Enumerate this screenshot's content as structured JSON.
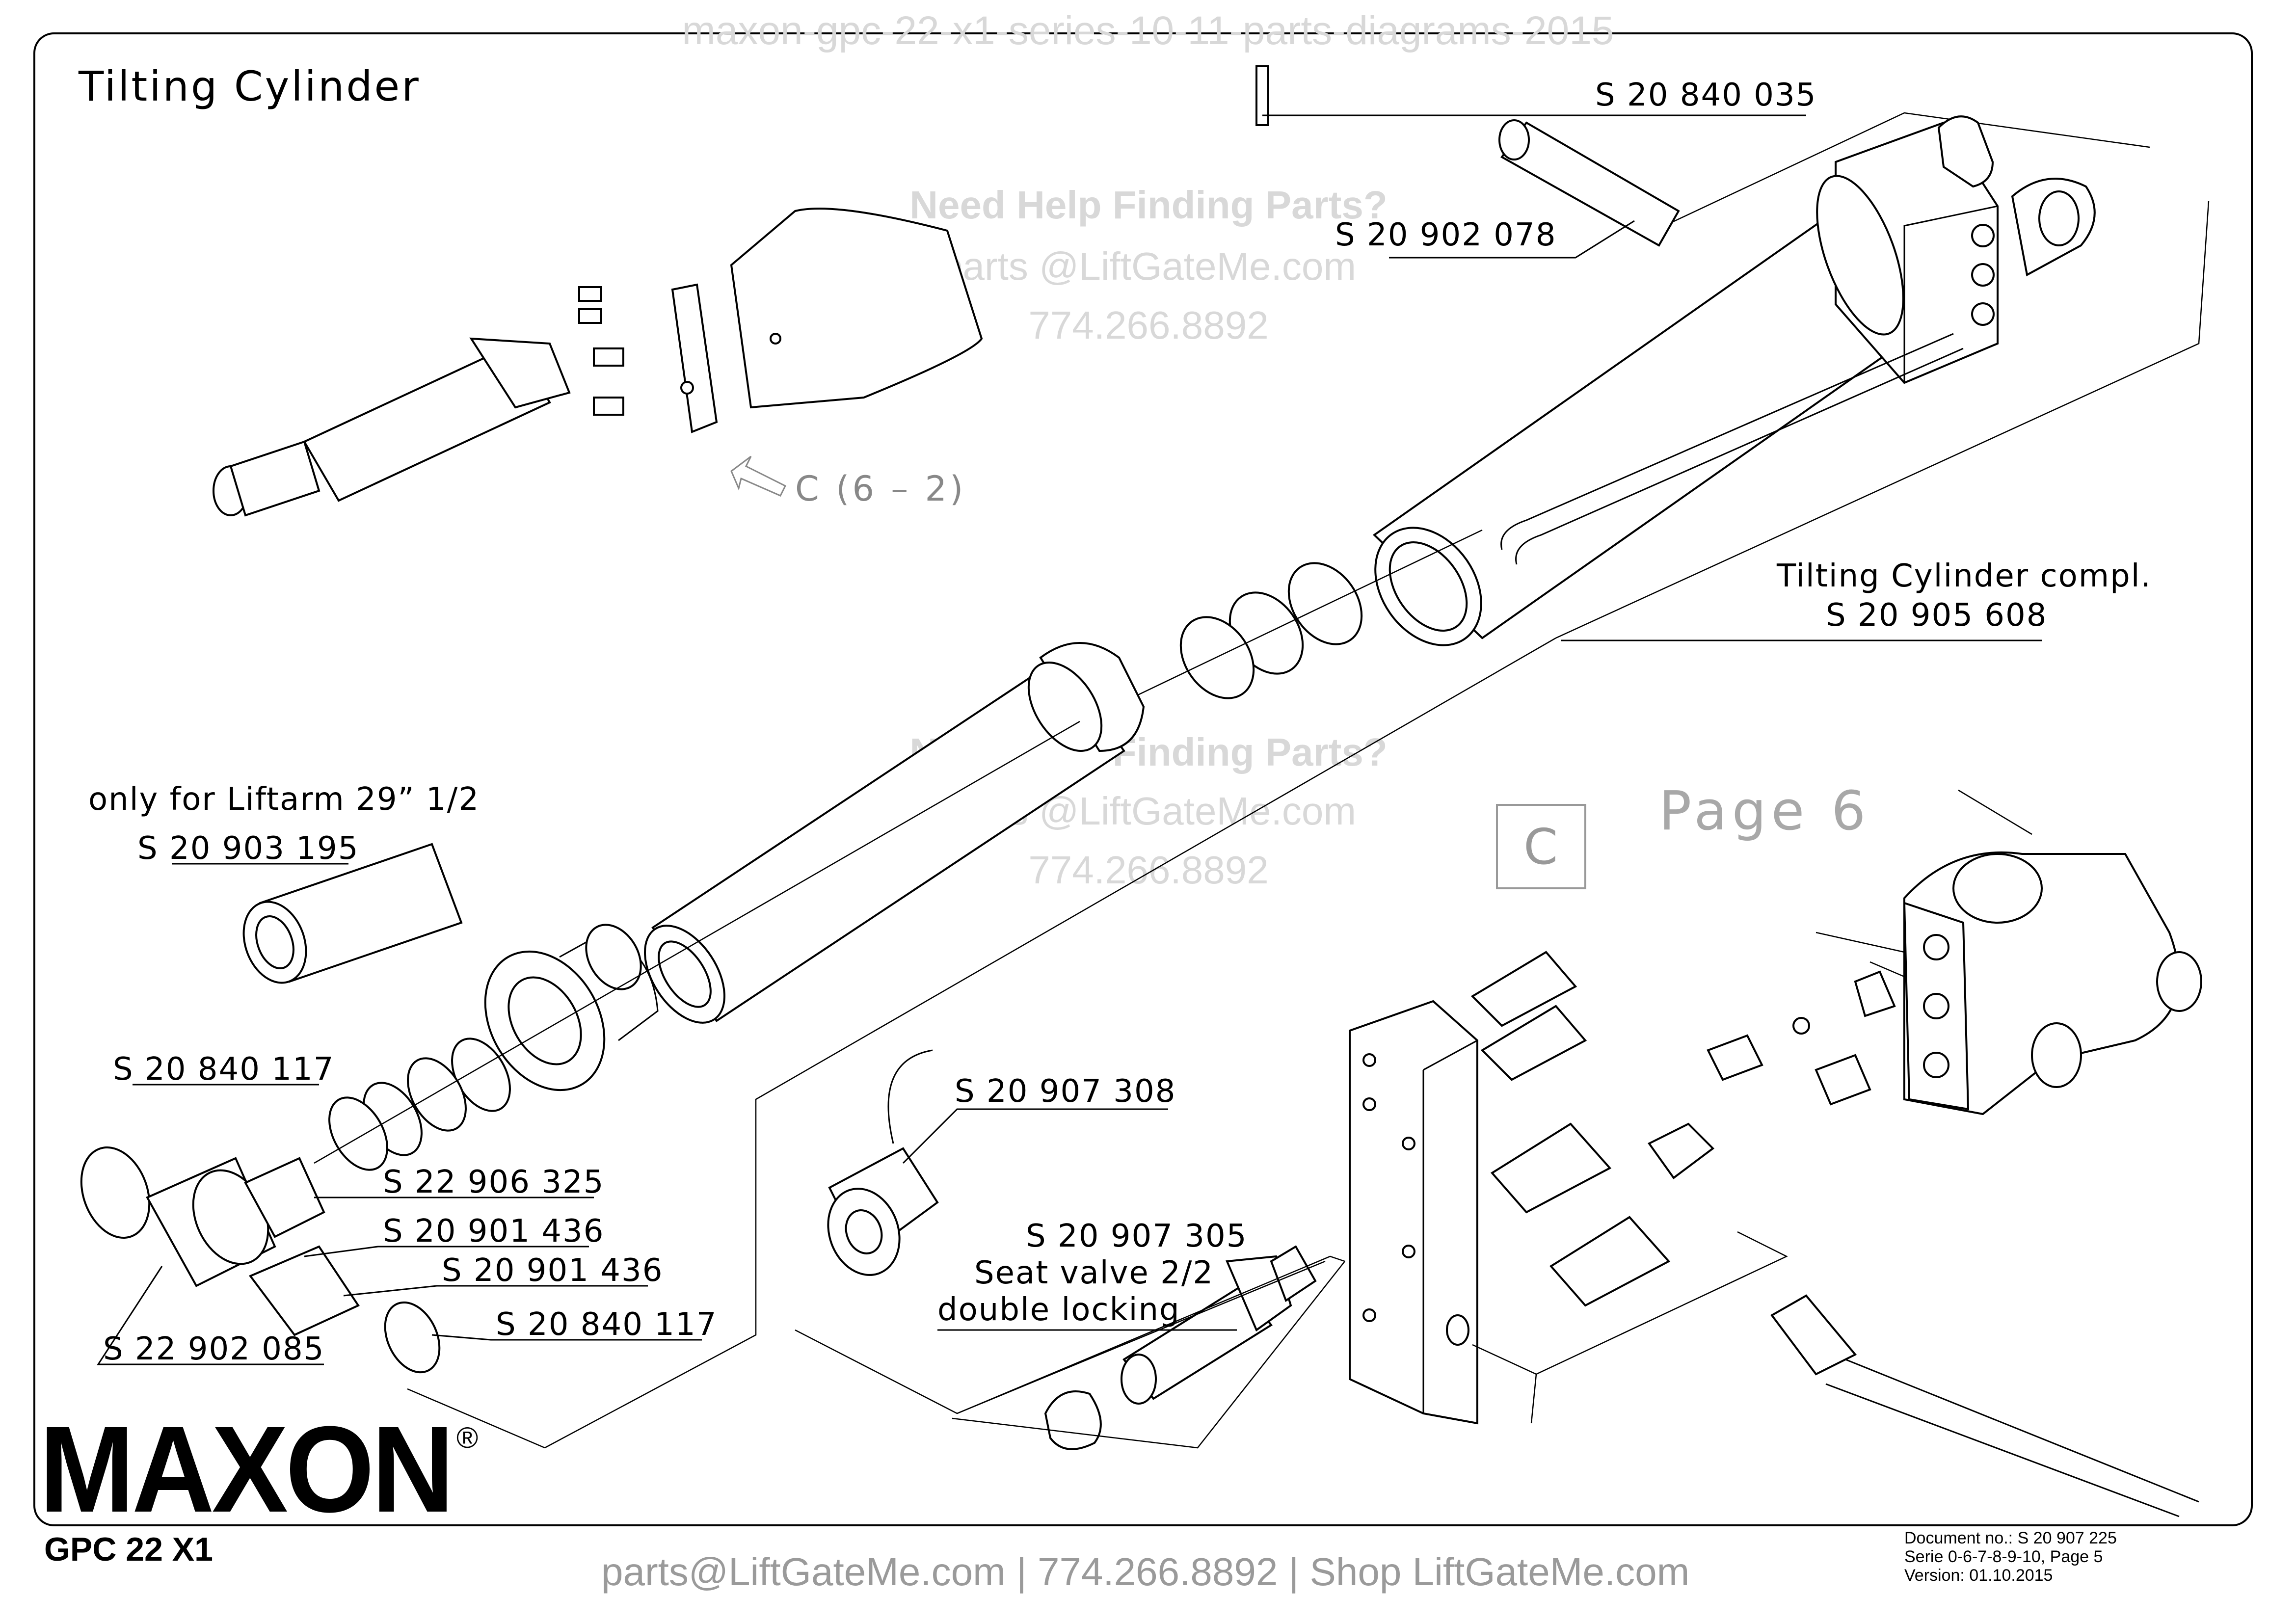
{
  "header": {
    "title": "Tilting Cylinder",
    "watermark_top": "maxon-gpc-22-x1-series-10-11-parts-diagrams-2015"
  },
  "watermark": {
    "line1": "Need Help Finding Parts?",
    "line2": "parts @LiftGateMe.com",
    "line3": "774.266.8892"
  },
  "view_ref": {
    "arrow_label": "C (6 – 2)",
    "box_letter": "C",
    "page_label": "Page 6"
  },
  "labels": {
    "pin_top": "S 20 840 035",
    "pin_shaft": "S  20  902  078",
    "cylinder_compl_title": "Tilting Cylinder compl.",
    "cylinder_compl_part": "S 20 905 608",
    "liftarm_note": "only for Liftarm 29” 1/2",
    "adapter": "S 20 903 195",
    "oring_top": "S 20 840 117",
    "fitting": "S 22 906 325",
    "sleeve_a": "S 20 901 436",
    "sleeve_b": "S 20 901 436",
    "oring_bottom": "S 20 840 117",
    "elbow": "S 22 902 085",
    "solenoid": "S 20 907 308",
    "seat_valve_part": "S 20 907 305",
    "seat_valve_name": "Seat valve 2/2",
    "seat_valve_desc": "double locking"
  },
  "brand": {
    "logo": "MAXON",
    "registered": "®",
    "model": "GPC 22 X1"
  },
  "document": {
    "doc_no": "Document no.:  S 20 907 225",
    "serie": "Serie 0-6-7-8-9-10, Page 5",
    "version": "Version:  01.10.2015"
  },
  "footer": {
    "contact": "parts@LiftGateMe.com | 774.266.8892 | Shop LiftGateMe.com"
  },
  "colors": {
    "ink": "#000000",
    "watermark": "#d8d8d8",
    "footer_text": "#9a9a9a",
    "page_ref": "#a8a8a8"
  }
}
